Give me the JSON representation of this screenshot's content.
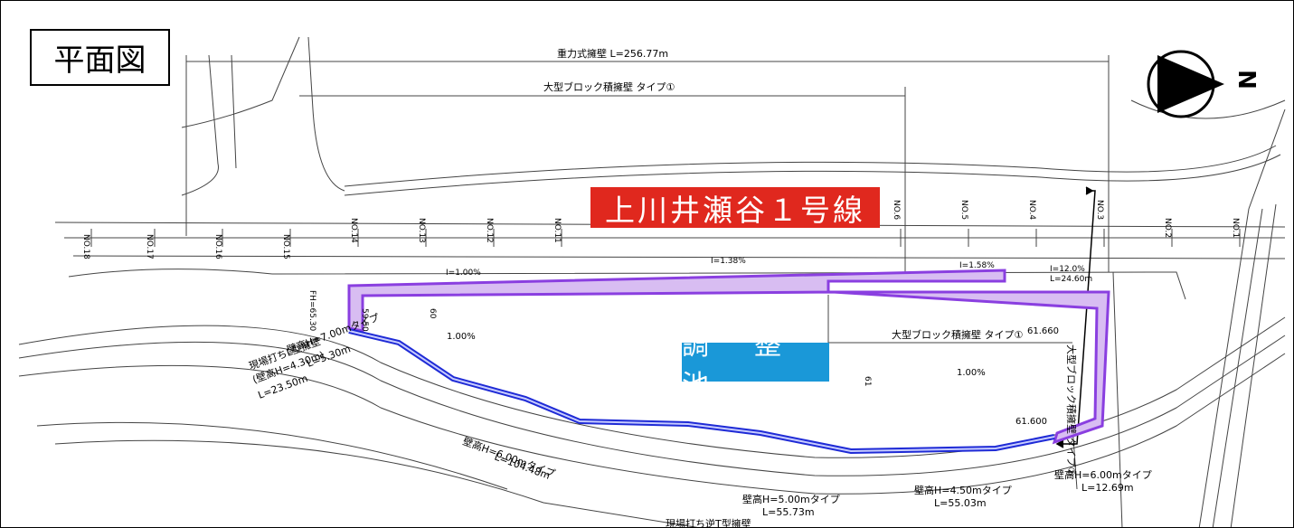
{
  "title": "平面図",
  "road_name": "上川井瀬谷１号線",
  "pond_name": "調　整　池",
  "north_label": "N",
  "colors": {
    "road_tag": "#e0281e",
    "pond_tag": "#1a98d8",
    "pond_outline_east": "#8a3fe0",
    "pond_outline_west": "#1f2bd6",
    "drawing_lines": "#555555"
  },
  "annotations": {
    "gravity_wall": "重力式擁壁 L=256.77m",
    "block_wall_top": "大型ブロック積擁壁 タイプ①",
    "block_wall_inner": "大型ブロック積擁壁 タイプ①",
    "block_wall_side": "大型ブロック積擁壁 タイプ②",
    "slope_1": "1.00%",
    "slope_2": "1.00%",
    "elev_61660": "61.660",
    "elev_61600": "61.600",
    "wall_7m": "壁高H=7.00mタイプ",
    "wall_7m_len": "L=5.30m",
    "wall_l_type": "現場打ちL型擁壁",
    "wall_l_height": "(壁高H=4.30m)",
    "wall_l_len": "L=23.50m",
    "wall_6m_left": "壁高H=6.00mタイプ",
    "wall_6m_left_len": "L=104.48m",
    "wall_5m": "壁高H=5.00mタイプ",
    "wall_5m_len": "L=55.73m",
    "wall_45m": "壁高H=4.50mタイプ",
    "wall_45m_len": "L=55.03m",
    "wall_6m_right": "壁高H=6.00mタイプ",
    "wall_6m_right_len": "L=12.69m",
    "wall_t_type": "現場打ち逆T型擁壁",
    "grade_1": "I=1.00%",
    "grade_2": "I=1.38%",
    "grade_3": "I=1.58%",
    "grade_4": "I=12.0%",
    "grade_4_len": "L=24.60m",
    "fh": "FH=65.30",
    "elev_59": "59.50",
    "elev_60": "60",
    "elev_61": "61"
  },
  "stations": [
    "NO.18",
    "NO.17",
    "NO.16",
    "NO.15",
    "NO.14",
    "NO.13",
    "NO.12",
    "NO.11",
    "NO.6",
    "NO.5",
    "NO.4",
    "NO.3",
    "NO.2",
    "NO.1"
  ]
}
